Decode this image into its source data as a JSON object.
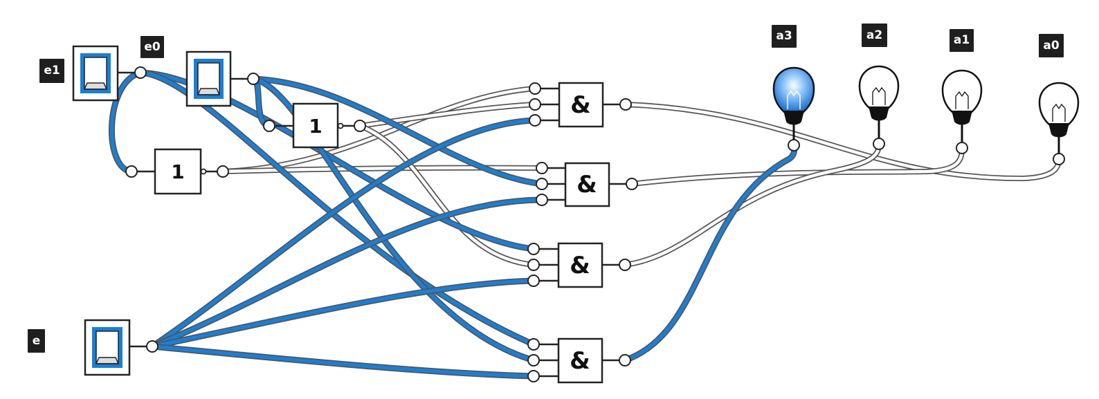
{
  "labels": {
    "e1": "e1",
    "e0": "e0",
    "e": "e",
    "a3": "a3",
    "a2": "a2",
    "a1": "a1",
    "a0": "a0"
  },
  "gates": {
    "not_symbol": "1",
    "and_symbol": "&"
  },
  "state": {
    "e1": "on",
    "e0": "on",
    "e": "on",
    "a3": "on",
    "a2": "off",
    "a1": "off",
    "a0": "off"
  },
  "colors": {
    "active_wire": "#1a7fd6",
    "inactive_wire": "#ffffff",
    "wire_outline": "#555555",
    "lamp_on": "#2b8be0",
    "label_bg": "#1f1f1f"
  }
}
